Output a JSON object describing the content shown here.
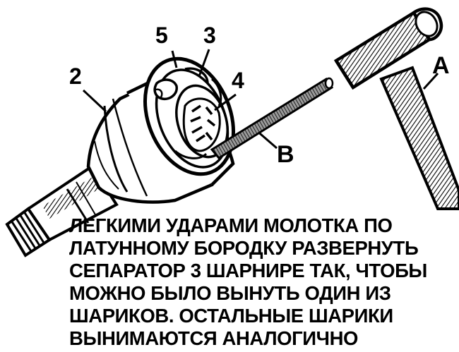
{
  "callouts": {
    "joint_housing": "2",
    "cage": "3",
    "ball": "4",
    "inner_race": "5",
    "hammer": "A",
    "drift": "B"
  },
  "caption": {
    "lines": [
      "ЛЕГКИМИ УДАРАМИ МОЛОТКА ПО",
      "ЛАТУННОМУ БОРОДКУ РАЗВЕРНУТЬ",
      "СЕПАРАТОР 3 ШАРНИРЕ ТАК, ЧТОБЫ",
      "МОЖНО БЫЛО ВЫНУТЬ ОДИН ИЗ",
      "ШАРИКОВ. ОСТАЛЬНЫЕ ШАРИКИ",
      "ВЫНИМАЮТСЯ АНАЛОГИЧНО"
    ]
  },
  "colors": {
    "ink": "#000000",
    "paper": "#ffffff",
    "shade": "#7a7a7a"
  }
}
